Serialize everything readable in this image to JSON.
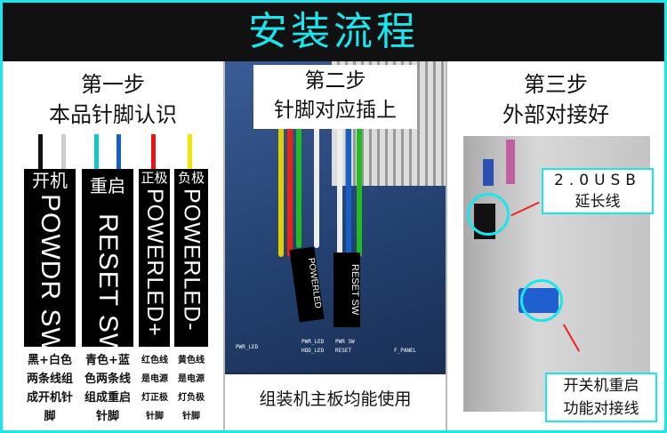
{
  "header": {
    "title": "安装流程"
  },
  "step1": {
    "title": "第一步",
    "subtitle": "本品针脚认识",
    "labels": [
      {
        "cn": "开机",
        "en": "POWDR SW",
        "desc": [
          "黑+白色",
          "两条线组",
          "成开机针",
          "脚"
        ],
        "wires": [
          "#111111",
          "#cccccc"
        ]
      },
      {
        "cn": "重启",
        "en": "RESET SW",
        "desc": [
          "青色+蓝",
          "色两条线",
          "组成重启",
          "针脚"
        ],
        "wires": [
          "#10c8c8",
          "#1560c8"
        ]
      },
      {
        "cn": "正极",
        "en": "POWERLED+",
        "desc": [
          "红色线",
          "是电源",
          "灯正极",
          "针脚"
        ],
        "wires": [
          "#ee1111"
        ]
      },
      {
        "cn": "负极",
        "en": "POWERLED-",
        "desc": [
          "黄色线",
          "是电源",
          "灯负极",
          "针脚"
        ],
        "wires": [
          "#f2e600"
        ]
      }
    ]
  },
  "step2": {
    "title": "第二步",
    "subtitle": "针脚对应插上",
    "caption": "组装机主板均能使用",
    "connectors": [
      "POWERLED",
      "RESET SW"
    ],
    "silk": [
      "PWR_LED",
      "PWR_LED",
      "PWR SW",
      "HDD_LED",
      "RESET",
      "F_PANEL"
    ]
  },
  "step3": {
    "title": "第三步",
    "subtitle": "外部对接好",
    "usb_label": [
      "2.0USB",
      "延长线"
    ],
    "switch_label": [
      "开关机重启",
      "功能对接线"
    ]
  },
  "colors": {
    "accent": "#19e6ef",
    "arrow": "#e22222"
  }
}
